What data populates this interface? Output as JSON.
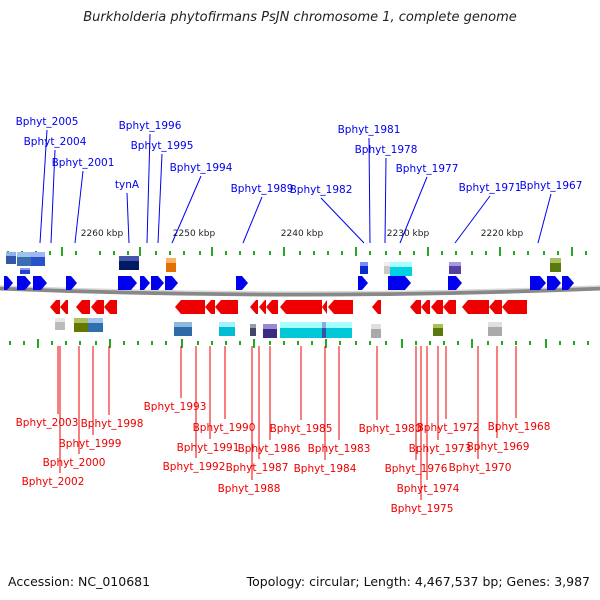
{
  "header": {
    "title": "Burkholderia phytofirmans PsJN chromosome 1, complete genome"
  },
  "footer": {
    "accession": "Accession: NC_010681",
    "summary": "Topology: circular; Length: 4,467,537 bp; Genes: 3,987"
  },
  "colors": {
    "forward": "#0000ee",
    "reverse": "#ee0000",
    "backbone": "#888888",
    "tick": "#22aa22"
  },
  "scale_labels": [
    "2260 kbp",
    "2250 kbp",
    "2240 kbp",
    "2230 kbp",
    "2220 kbp"
  ],
  "forward_labels": [
    "Bphyt_2005",
    "Bphyt_2004",
    "Bphyt_2001",
    "tynA",
    "Bphyt_1996",
    "Bphyt_1995",
    "Bphyt_1994",
    "Bphyt_1989",
    "Bphyt_1982",
    "Bphyt_1981",
    "Bphyt_1978",
    "Bphyt_1977",
    "Bphyt_1971",
    "Bphyt_1967"
  ],
  "reverse_labels": [
    "Bphyt_2003",
    "Bphyt_2002",
    "Bphyt_2000",
    "Bphyt_1999",
    "Bphyt_1998",
    "Bphyt_1993",
    "Bphyt_1992",
    "Bphyt_1991",
    "Bphyt_1990",
    "Bphyt_1988",
    "Bphyt_1987",
    "Bphyt_1986",
    "Bphyt_1985",
    "Bphyt_1984",
    "Bphyt_1983",
    "Bphyt_1980",
    "Bphyt_1976",
    "Bphyt_1975",
    "Bphyt_1974",
    "Bphyt_1973",
    "Bphyt_1972",
    "Bphyt_1970",
    "Bphyt_1969",
    "Bphyt_1968"
  ]
}
